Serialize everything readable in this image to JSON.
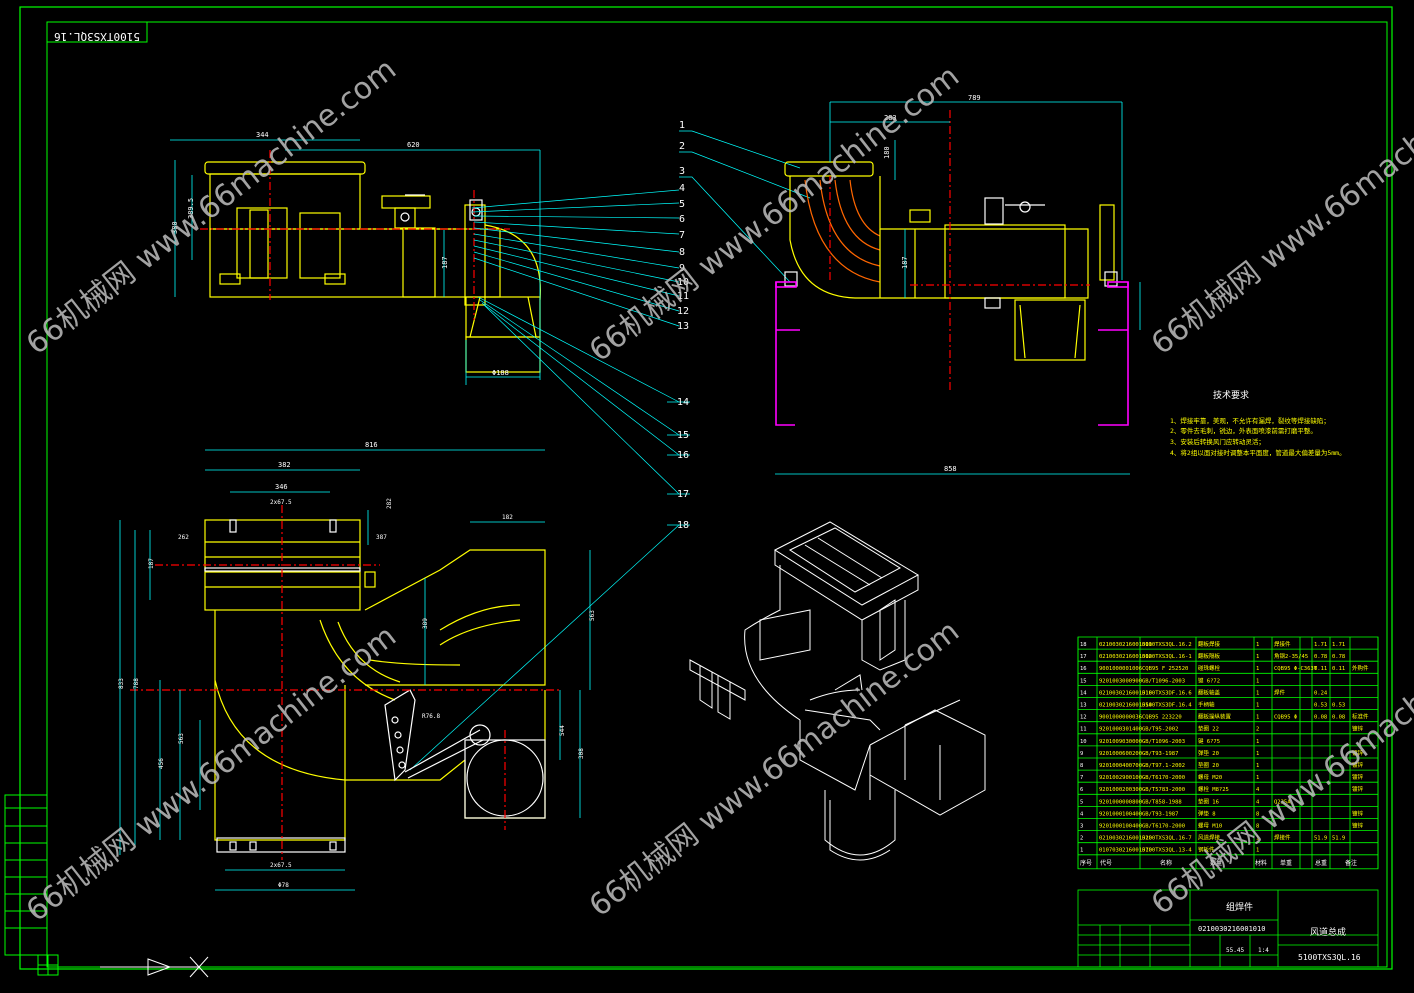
{
  "drawing_code_mirrored": "5100TXS3QL.16",
  "watermark_text": "66机械网 www.66machine.com",
  "technical_requirements": {
    "title": "技术要求",
    "items": [
      "1、焊接牢靠，美观，不允许有漏焊，裂纹等焊接缺陷；",
      "2、零件去毛刺，锐边，外表面喷漆前需打磨平整。",
      "3、安装后转换风门应转动灵活；",
      "4、将2组以面对接时调整本平面度，管道最大偏差量为5mm。"
    ]
  },
  "callouts": [
    "1",
    "2",
    "3",
    "4",
    "5",
    "6",
    "7",
    "8",
    "9",
    "10",
    "11",
    "12",
    "13",
    "14",
    "15",
    "16",
    "17",
    "18"
  ],
  "dimensions": {
    "top_left": [
      "344",
      "620",
      "380",
      "389.5",
      "187",
      "Φ188"
    ],
    "top_right": [
      "789",
      "283",
      "180",
      "187",
      "858"
    ],
    "bottom_left": [
      "816",
      "382",
      "346",
      "2x67.5",
      "282",
      "262",
      "387",
      "187",
      "182",
      "389",
      "833",
      "788",
      "563",
      "563",
      "456",
      "544",
      "308",
      "2x67.5",
      "Φ78",
      "R76.8"
    ]
  },
  "bom": {
    "headers": [
      "序号",
      "代号",
      "名称",
      "数量",
      "材料",
      "单重",
      "总重",
      "备注"
    ],
    "rows": [
      [
        "18",
        "0210030216001001",
        "5100TXS3QL.16.2",
        "翻板焊接",
        "1",
        "焊接件",
        "1.71",
        "1.71",
        ""
      ],
      [
        "17",
        "0210030216001002",
        "5100TXS3QL.16-1",
        "翻板隔板",
        "1",
        "角钢2-35/45",
        "0.78",
        "0.78",
        ""
      ],
      [
        "16",
        "9001000001006",
        "CQB95 F 252520",
        "碰珠螺栓",
        "1",
        "CQB95 Φ-C363T",
        "0.11",
        "0.11",
        "外购件"
      ],
      [
        "15",
        "9201003000900",
        "GB/T1096-2003",
        "键 6?72",
        "1",
        "",
        "",
        "",
        ""
      ],
      [
        "14",
        "0210030216001016",
        "5100TXS3DF.16.6",
        "翻板轴盖",
        "1",
        "焊件",
        "0.24",
        "",
        ""
      ],
      [
        "13",
        "0210030216001054",
        "5100TXS3DF.16.4",
        "手柄轴",
        "1",
        "",
        "0.53",
        "0.53",
        ""
      ],
      [
        "12",
        "9001000000036",
        "CQB95 223220",
        "翻板操纵装置",
        "1",
        "CQB95 Φ",
        "0.08",
        "0.08",
        "标准件"
      ],
      [
        "11",
        "9201000301400",
        "GB/T95-2002",
        "垫圈 22",
        "2",
        "",
        "",
        "",
        "镀锌"
      ],
      [
        "10",
        "9201009030000",
        "GB/T1096-2003",
        "键 6?75",
        "1",
        "",
        "",
        "",
        ""
      ],
      [
        "9",
        "9201000600200",
        "GB/T93-1987",
        "弹垫 20",
        "1",
        "",
        "",
        "",
        "镀锌"
      ],
      [
        "8",
        "9201000400700",
        "GB/T97.1-2002",
        "垫圈 20",
        "1",
        "",
        "",
        "",
        "镀锌"
      ],
      [
        "7",
        "9201002900100",
        "GB/T6170-2000",
        "螺母 M20",
        "1",
        "",
        "",
        "",
        "镀锌"
      ],
      [
        "6",
        "9201000200300",
        "GB/T5783-2000",
        "螺栓 M8?25",
        "4",
        "",
        "",
        "",
        "镀锌"
      ],
      [
        "5",
        "9201000000800",
        "GB/T858-1988",
        "垫圈 16",
        "4",
        "Q235A",
        "",
        "",
        ""
      ],
      [
        "4",
        "9201000100400",
        "GB/T93-1987",
        "弹垫 8",
        "8",
        "",
        "",
        "",
        "镀锌"
      ],
      [
        "3",
        "9201000100400",
        "GB/T6170-2000",
        "螺母 M10",
        "8",
        "",
        "",
        "",
        "镀锌"
      ],
      [
        "2",
        "0210030216001020",
        "5100TXS3QL.16-7",
        "风道焊接",
        "1",
        "焊接件",
        "51.9",
        "51.9",
        ""
      ],
      [
        "1",
        "0107030216001070",
        "5100TXS3QL.13-4",
        "钢板件",
        "1",
        "",
        "",
        "",
        ""
      ]
    ]
  },
  "title_block": {
    "type_label": "组焊件",
    "part_code": "0210030216001010",
    "name": "风道总成",
    "drawing_no": "5100TXS3QL.16",
    "weight": "55.45",
    "scale": "1:4"
  },
  "colors": {
    "frame": "#00ff00",
    "part_outline": "#ffff00",
    "dimension": "#00ffff",
    "centerline": "#ff0000",
    "flange": "#ff00ff",
    "isometric": "#ffffff"
  }
}
